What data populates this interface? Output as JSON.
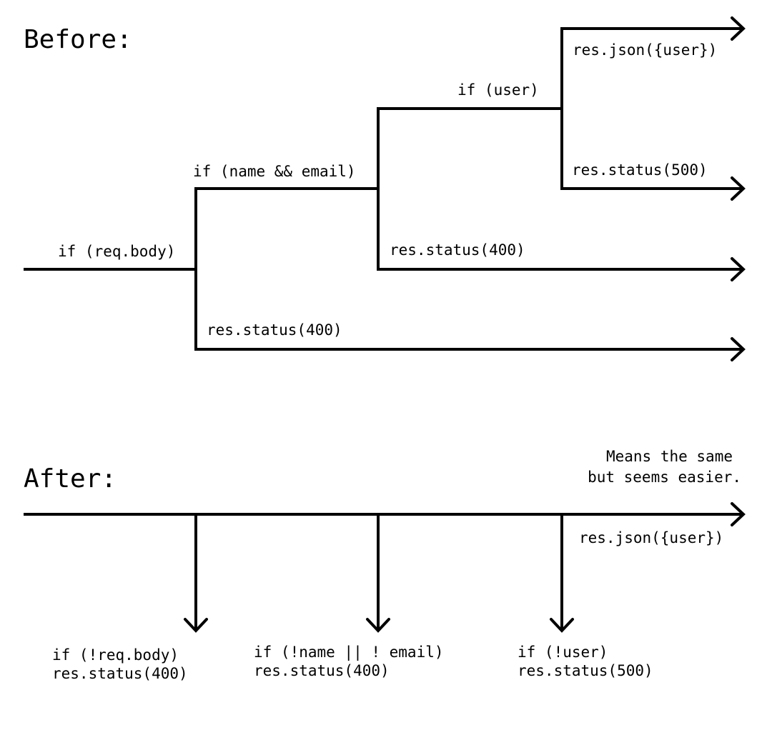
{
  "before": {
    "title": "Before:",
    "labels": {
      "if_req_body": "if (req.body)",
      "if_name_email": "if (name && email)",
      "if_user": "if (user)",
      "res_json_user": "res.json({user})",
      "res_status_500": "res.status(500)",
      "res_status_400_inner": "res.status(400)",
      "res_status_400_outer": "res.status(400)"
    }
  },
  "after": {
    "title": "After:",
    "note_line1": "Means the same",
    "note_line2": "but seems easier.",
    "main_label": "res.json({user})",
    "guards": [
      {
        "condition": "if (!req.body)",
        "result": "res.status(400)"
      },
      {
        "condition": "if (!name || ! email)",
        "result": "res.status(400)"
      },
      {
        "condition": "if (!user)",
        "result": "res.status(500)"
      }
    ]
  }
}
